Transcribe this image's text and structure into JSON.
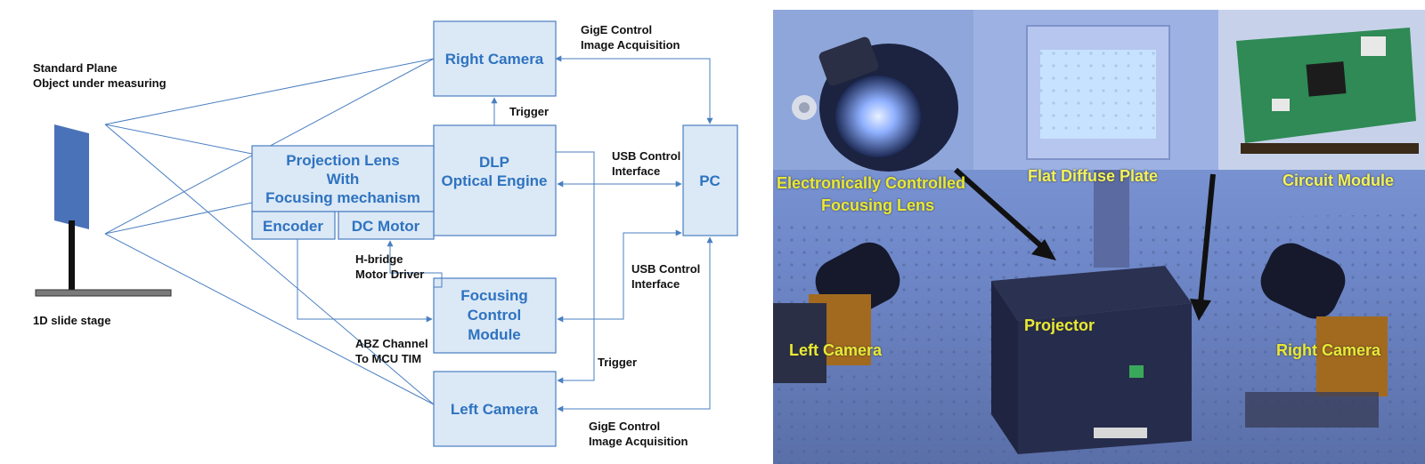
{
  "diagram": {
    "boxes": {
      "right_camera": "Right Camera",
      "dlp": [
        "DLP",
        "Optical Engine"
      ],
      "projection_lens": [
        "Projection Lens",
        "With",
        "Focusing mechanism"
      ],
      "encoder": "Encoder",
      "dc_motor": "DC Motor",
      "pc": "PC",
      "focusing_control": [
        "Focusing",
        "Control",
        "Module"
      ],
      "left_camera": "Left Camera"
    },
    "labels": {
      "standard_plane": [
        "Standard Plane",
        "Object under measuring"
      ],
      "slide_stage": "1D slide stage",
      "gige_top": [
        "GigE Control",
        "Image Acquisition"
      ],
      "gige_bottom": [
        "GigE Control",
        "Image Acquisition"
      ],
      "trigger_top": "Trigger",
      "trigger_bottom": "Trigger",
      "usb_dlp": [
        "USB Control",
        "Interface"
      ],
      "usb_focus": [
        "USB Control",
        "Interface"
      ],
      "hbridge": [
        "H-bridge",
        "Motor Driver"
      ],
      "abz": [
        "ABZ Channel",
        "To MCU TIM"
      ]
    }
  },
  "photo": {
    "labels": {
      "focusing_lens": [
        "Electronically Controlled",
        "Focusing Lens"
      ],
      "diffuse_plate": "Flat Diffuse Plate",
      "circuit_module": "Circuit Module",
      "projector": "Projector",
      "left_camera": "Left Camera",
      "right_camera": "Right Camera"
    }
  },
  "colors": {
    "box_fill": "#dbe8f6",
    "box_stroke": "#4a7fc1",
    "box_text": "#2e73c0",
    "photo_label": "#e9e935"
  }
}
